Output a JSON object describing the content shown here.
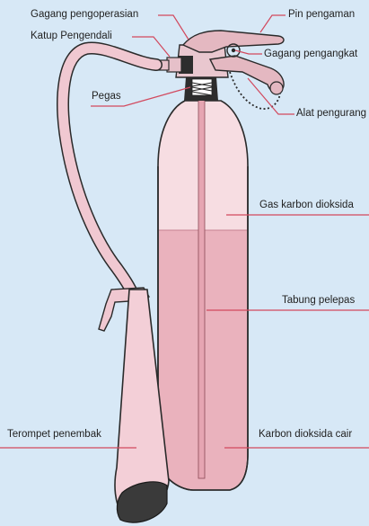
{
  "colors": {
    "background": "#d7e8f6",
    "body_fill": "#f7dde2",
    "liquid_fill": "#eab2bd",
    "outline": "#2a2a2a",
    "leader_line": "#d2495e"
  },
  "labels": {
    "operating_lever": "Gagang pengoperasian",
    "control_valve": "Katup Pengendali",
    "spring": "Pegas",
    "safety_pin": "Pin pengaman",
    "lifting_lever": "Gagang pengangkat",
    "reducing_device": "Alat pengurang",
    "co2_gas": "Gas karbon dioksida",
    "discharge_tube": "Tabung pelepas",
    "discharge_horn": "Terompet penembak",
    "liquid_co2": "Karbon dioksida cair"
  }
}
